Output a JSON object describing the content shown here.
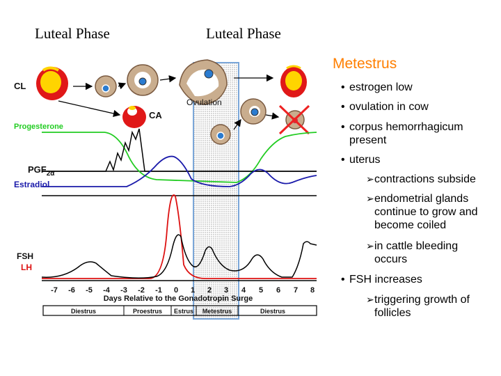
{
  "headings": {
    "left": "Luteal Phase",
    "right": "Luteal Phase"
  },
  "diagram": {
    "labels": {
      "cl": "CL",
      "ca": "CA",
      "ovulation": "Ovulation",
      "progesterone": "Progesterone",
      "pgf": "PGF",
      "pgf_sub": "2α",
      "estradiol": "Estradiol",
      "fsh": "FSH",
      "lh": "LH",
      "axis_title": "Days Relative to the Gonadotropin Surge"
    },
    "day_ticks": [
      "-7",
      "-6",
      "-5",
      "-4",
      "-3",
      "-2",
      "-1",
      "0",
      "1",
      "2",
      "3",
      "4",
      "5",
      "6",
      "7",
      "8"
    ],
    "phases": [
      "Diestrus",
      "Proestrus",
      "Estrus",
      "Metestrus",
      "Diestrus"
    ],
    "colors": {
      "progesterone": "#22cc22",
      "estradiol": "#1a1aaa",
      "lh": "#dd1111",
      "fsh": "#000000",
      "pgf": "#000000",
      "highlight": "#7aa6d8"
    }
  },
  "slide": {
    "title": "Metestrus",
    "bullets": [
      {
        "text": "estrogen low"
      },
      {
        "text": "ovulation in cow"
      },
      {
        "text": "corpus hemorrhagicum",
        "cont": "present"
      },
      {
        "text": "uterus"
      },
      {
        "text": "contractions subside",
        "sub": true
      },
      {
        "text": "endometrial glands",
        "cont": "continue to grow and",
        "cont2": "become coiled",
        "sub": true
      },
      {
        "text": "in cattle bleeding",
        "cont": "occurs",
        "sub": true
      },
      {
        "text": "FSH increases"
      },
      {
        "text": "triggering growth of",
        "cont": "follicles",
        "sub": true
      }
    ]
  }
}
